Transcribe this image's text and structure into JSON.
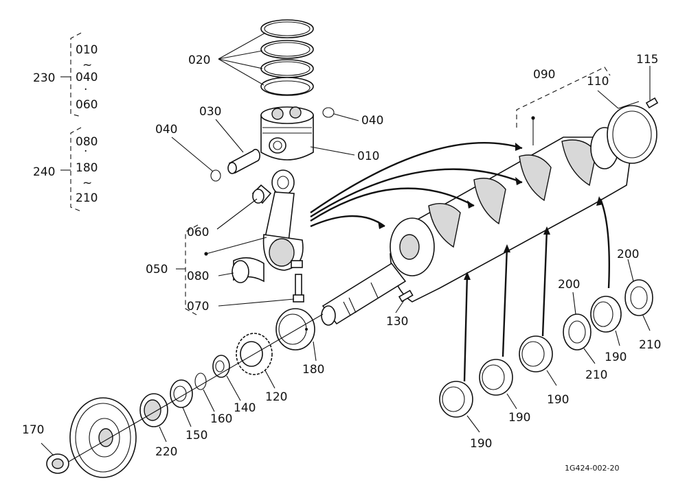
{
  "figure_code": "1G424-002-20",
  "callouts": {
    "p010": "010",
    "p020": "020",
    "p030": "030",
    "p040a": "040",
    "p040b": "040",
    "p050": "050",
    "p060": "060",
    "p070": "070",
    "p080": "080",
    "p090": "090",
    "p110": "110",
    "p115": "115",
    "p120": "120",
    "p130": "130",
    "p140": "140",
    "p150": "150",
    "p160": "160",
    "p170": "170",
    "p180": "180",
    "p190a": "190",
    "p190b": "190",
    "p190c": "190",
    "p190d": "190",
    "p200a": "200",
    "p200b": "200",
    "p210a": "210",
    "p210b": "210",
    "p220": "220"
  },
  "groups": {
    "g230": {
      "label": "230",
      "items": [
        "010",
        "~",
        "040",
        "·",
        "060"
      ]
    },
    "g240": {
      "label": "240",
      "items": [
        "080",
        "·",
        "180",
        "~",
        "210"
      ]
    }
  }
}
